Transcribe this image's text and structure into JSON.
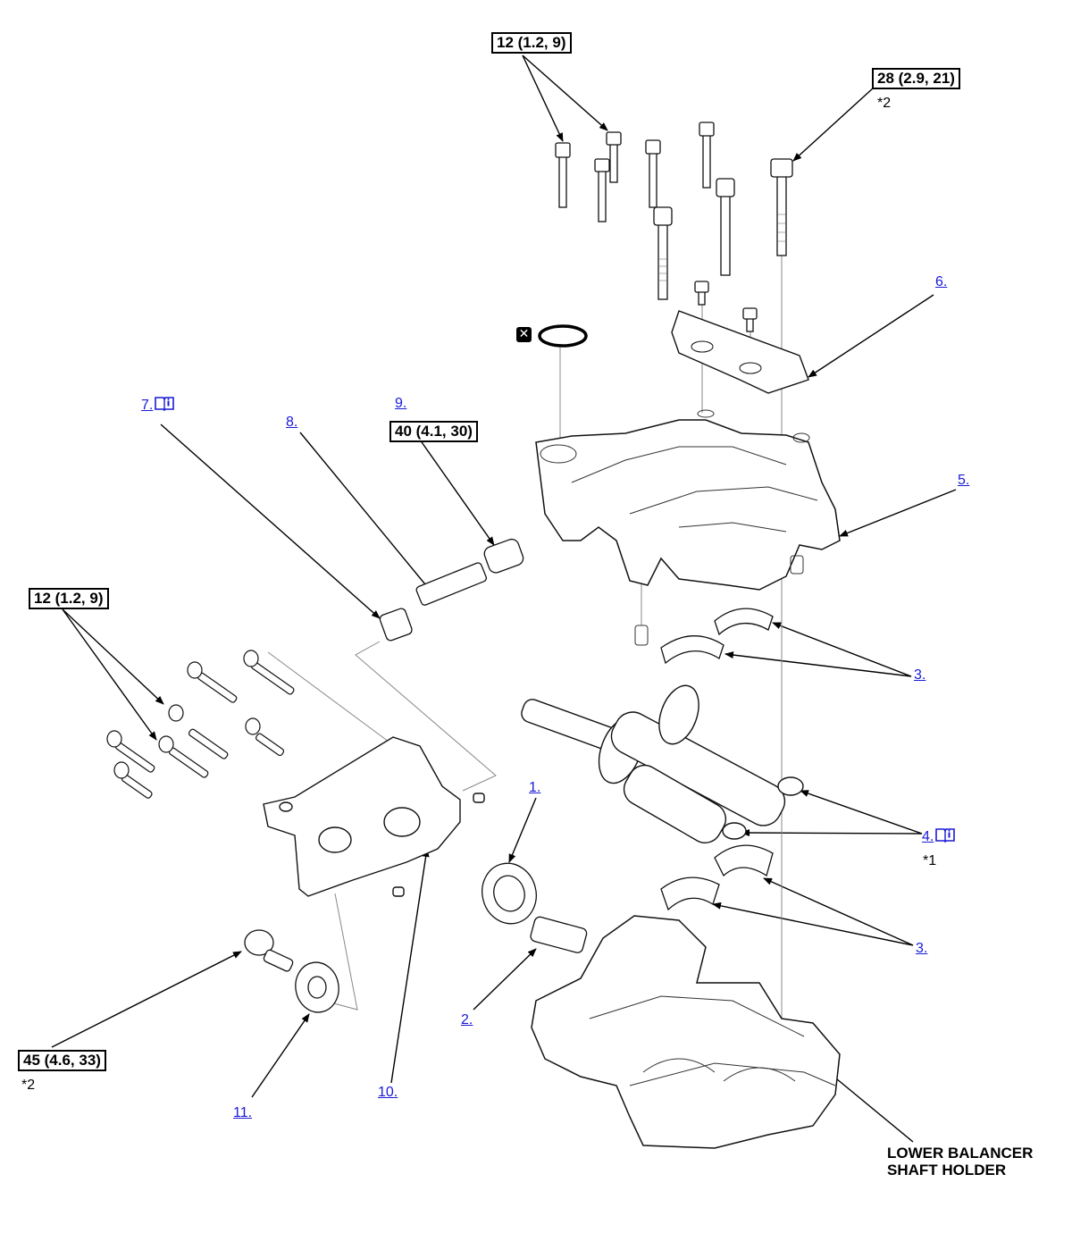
{
  "torque_specs": {
    "top_bolts": "12 (1.2, 9)",
    "long_bolt": "28 (2.9, 21)",
    "relief_plug": "40 (4.1, 30)",
    "pump_bolts": "12 (1.2, 9)",
    "gear_bolt": "45 (4.6, 33)"
  },
  "notes": {
    "long_bolt": "*2",
    "gear_bolt": "*2",
    "balancer_shafts": "*1"
  },
  "callouts": {
    "c1": "1.",
    "c2": "2.",
    "c3a": "3.",
    "c3b": "3.",
    "c4": "4.",
    "c5": "5.",
    "c6": "6.",
    "c7": "7.",
    "c8": "8.",
    "c9": "9.",
    "c10": "10.",
    "c11": "11."
  },
  "caption": {
    "line1": "LOWER BALANCER",
    "line2": "SHAFT HOLDER"
  },
  "icons": [
    "replace-part-icon",
    "service-info-book-icon"
  ]
}
